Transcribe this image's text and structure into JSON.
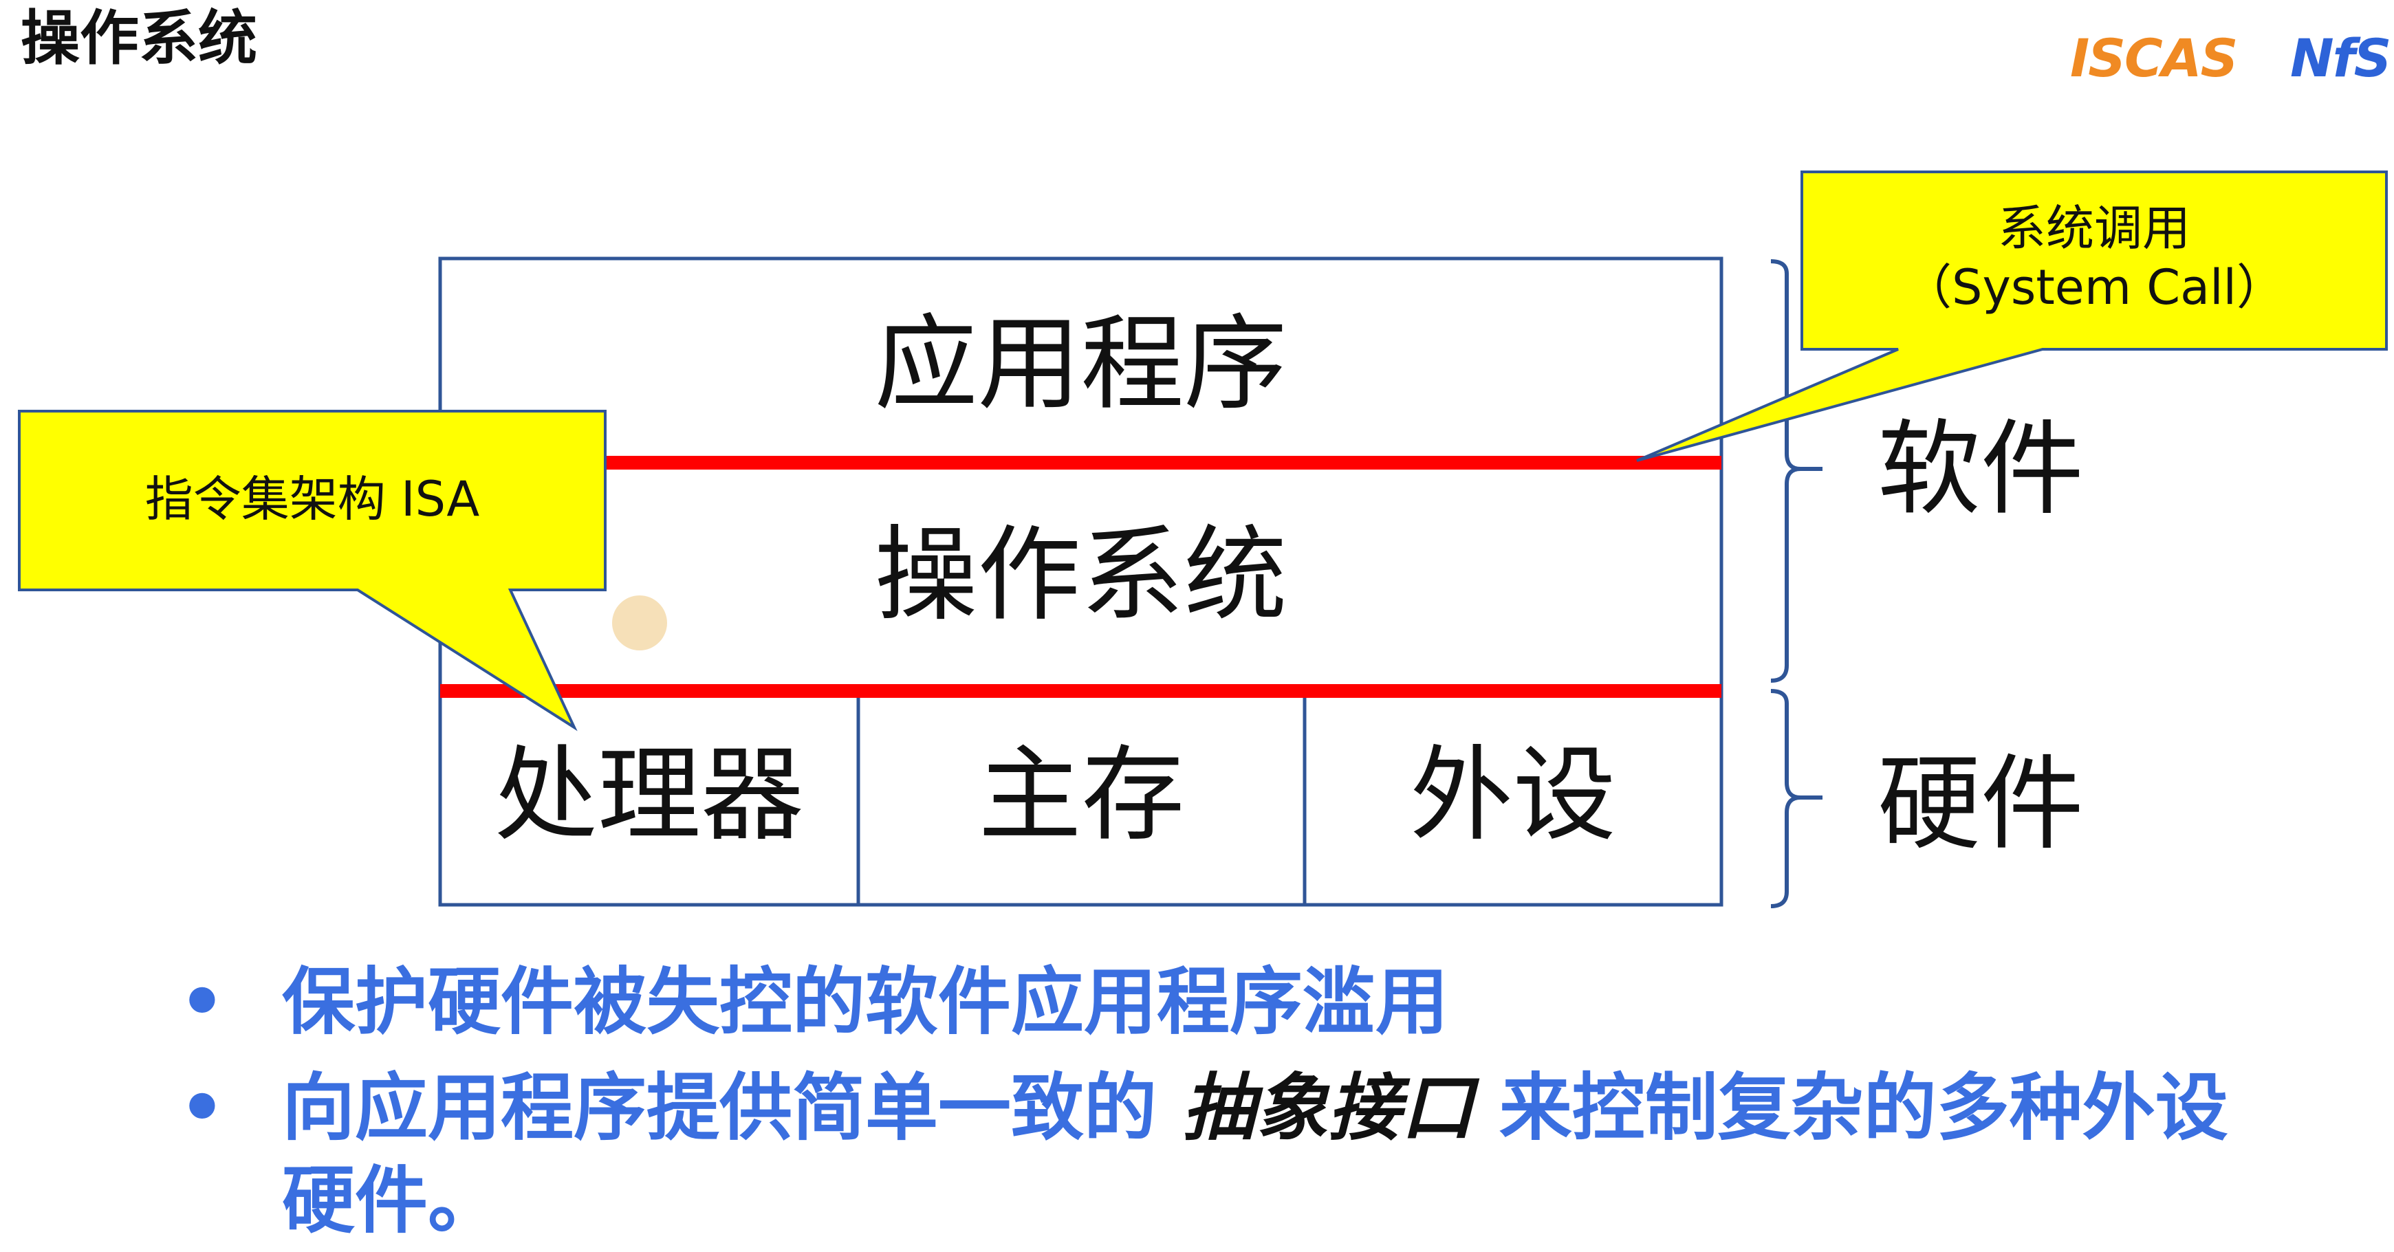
{
  "slide": {
    "title": "操作系统"
  },
  "logos": {
    "left_text": "ISCAS",
    "right_text": "NfS"
  },
  "diagram": {
    "layers": {
      "application": "应用程序",
      "os": "操作系统",
      "hardware": [
        "处理器",
        "主存",
        "外设"
      ]
    },
    "side_labels": {
      "software": "软件",
      "hardware": "硬件"
    },
    "callouts": {
      "isa": "指令集架构 ISA",
      "syscall_line1": "系统调用",
      "syscall_line2": "（System Call）"
    },
    "colors": {
      "box_border": "#2f5597",
      "interface_line": "#ff0000",
      "callout_fill": "#ffff00",
      "brace": "#2f5597"
    }
  },
  "bullets": {
    "item1": "保护硬件被失控的软件应用程序滥用",
    "item2_part1": "向应用程序提供简单一致的",
    "item2_emphasis": "抽象接口",
    "item2_part2": "来控制复杂的多种外设硬件。"
  },
  "bullet_color": "#3a6fe0"
}
